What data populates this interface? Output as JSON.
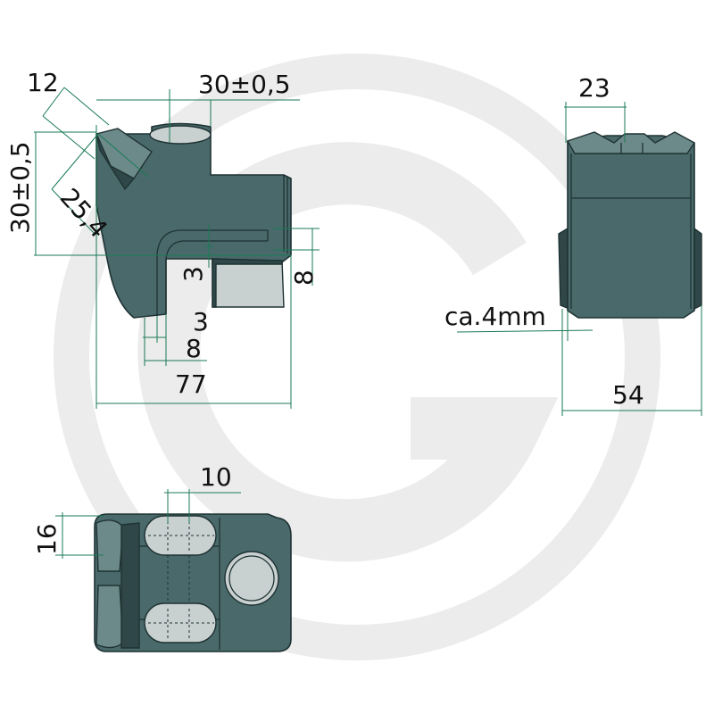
{
  "dimensions": {
    "side_view": {
      "width_top": "30±0,5",
      "height_left": "30±0,5",
      "chamfer_width": "12",
      "chamfer_length": "25,4",
      "slot_height": "3",
      "slot_depth": "8",
      "bottom_offset_3": "3",
      "bottom_offset_8": "8",
      "total_length": "77"
    },
    "front_view": {
      "top_width": "23",
      "wall": "ca.4mm",
      "total_width": "54"
    },
    "top_view": {
      "hole_spacing": "10",
      "hole_width": "16"
    }
  },
  "colors": {
    "part": "#49696a",
    "face": "#c9d0d0",
    "dimension_line": "#1a7a55",
    "watermark": "#ececec"
  }
}
